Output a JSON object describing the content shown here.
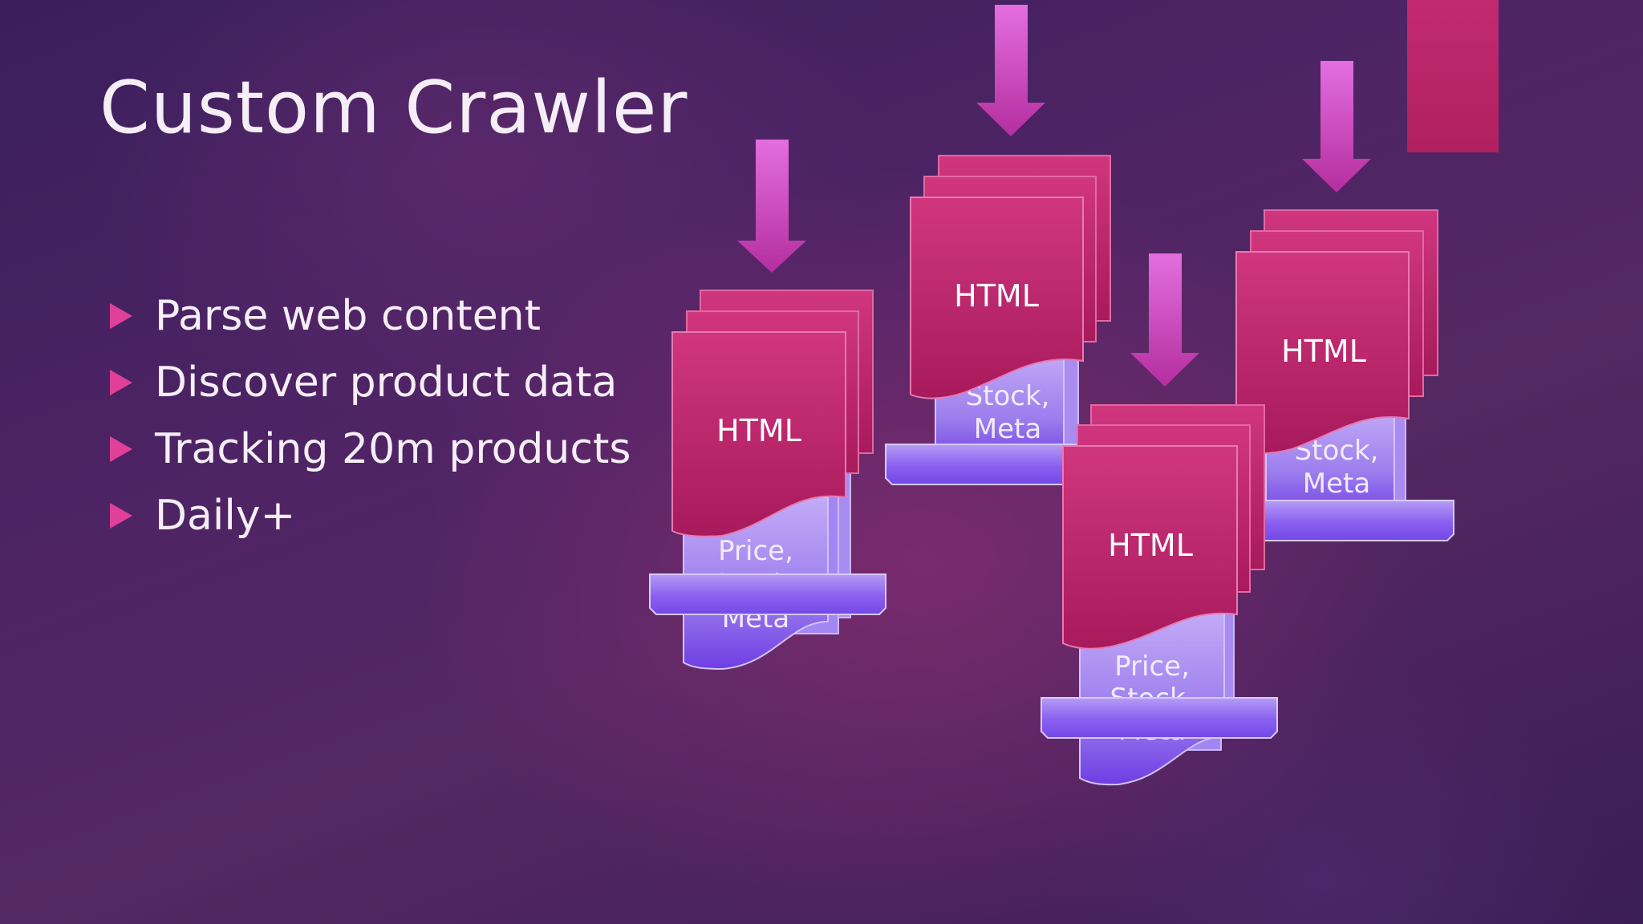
{
  "slide": {
    "title": "Custom Crawler"
  },
  "bullets": [
    {
      "text": "Parse web content",
      "icon": "triangle-bullet-icon"
    },
    {
      "text": "Discover product data",
      "icon": "triangle-bullet-icon"
    },
    {
      "text": "Tracking 20m products",
      "icon": "triangle-bullet-icon"
    },
    {
      "text": "Daily+",
      "icon": "triangle-bullet-icon"
    }
  ],
  "diagram": {
    "html_label": "HTML",
    "output_lines": [
      "Price,",
      "Stock,",
      "Meta"
    ],
    "colors": {
      "html_doc": "#c42b72",
      "output_doc": "#9b78ee",
      "arrow": "#d858c8",
      "accent": "#e0409a"
    }
  }
}
